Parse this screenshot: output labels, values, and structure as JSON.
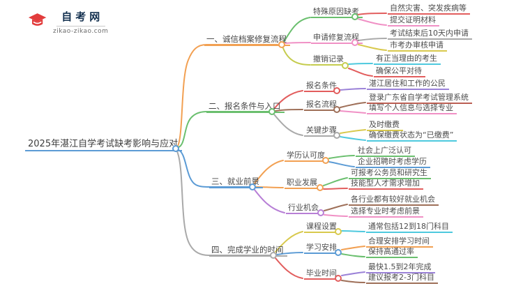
{
  "logo": {
    "title": "自考网",
    "domain": "zikao-zikao.com",
    "icon": "graduation-cap-icon",
    "swoosh_color": "#2273b5",
    "cap_color": "#e23c3c"
  },
  "palette": {
    "blue": "#5b9bd5",
    "orange": "#f2a052",
    "green": "#6abf6e",
    "gray": "#a9a9a9",
    "red": "#e25d5d",
    "pink": "#f090c5",
    "yellow": "#d8c94d",
    "yellowgreen": "#c5cc4e",
    "cyan": "#4ec9de",
    "purple": "#9b82d8",
    "violet": "#b77fd6",
    "brown": "#9e6f58",
    "rust": "#bb5e52"
  },
  "root": {
    "label": "2025年湛江自学考试缺考影响与应对"
  },
  "branches": [
    {
      "label": "一、诚信档案修复流程",
      "nodes": [
        {
          "label": "特殊原因缺考",
          "leaves": [
            {
              "label": "自然灾害、突发疾病等"
            },
            {
              "label": "提交证明材料"
            }
          ]
        },
        {
          "label": "申请修复流程",
          "leaves": [
            {
              "label": "考试结束后10天内申请"
            },
            {
              "label": "市考办审核申请"
            }
          ]
        },
        {
          "label": "撤销记录",
          "leaves": [
            {
              "label": "有正当理由的考生"
            },
            {
              "label": "确保公平对待"
            }
          ]
        }
      ]
    },
    {
      "label": "二、报名条件与入口",
      "nodes": [
        {
          "label": "报名条件",
          "leaves": [
            {
              "label": "湛江居住和工作的公民"
            }
          ]
        },
        {
          "label": "报名流程",
          "leaves": [
            {
              "label": "登录广东省自学考试管理系统"
            },
            {
              "label": "填写个人信息与选择专业"
            }
          ]
        },
        {
          "label": "关键步骤",
          "leaves": [
            {
              "label": "及时缴费"
            },
            {
              "label": "确保缴费状态为“已缴费”"
            }
          ]
        }
      ]
    },
    {
      "label": "三、就业前景",
      "nodes": [
        {
          "label": "学历认可度",
          "leaves": [
            {
              "label": "社会上广泛认可"
            },
            {
              "label": "企业招聘时考虑学历"
            }
          ]
        },
        {
          "label": "职业发展",
          "leaves": [
            {
              "label": "可报考公务员和研究生"
            },
            {
              "label": "技能型人才需求增加"
            }
          ]
        },
        {
          "label": "行业机会",
          "leaves": [
            {
              "label": "各行业都有较好就业机会"
            },
            {
              "label": "选择专业时考虑前景"
            }
          ]
        }
      ]
    },
    {
      "label": "四、完成学业的时间",
      "nodes": [
        {
          "label": "课程设置",
          "leaves": [
            {
              "label": "通常包括12到18门科目"
            }
          ]
        },
        {
          "label": "学习安排",
          "leaves": [
            {
              "label": "合理安排学习时间"
            },
            {
              "label": "保持高通过率"
            }
          ]
        },
        {
          "label": "毕业时间",
          "leaves": [
            {
              "label": "最快1.5到2年完成"
            },
            {
              "label": "建议报考2-3门科目"
            }
          ]
        }
      ]
    }
  ]
}
